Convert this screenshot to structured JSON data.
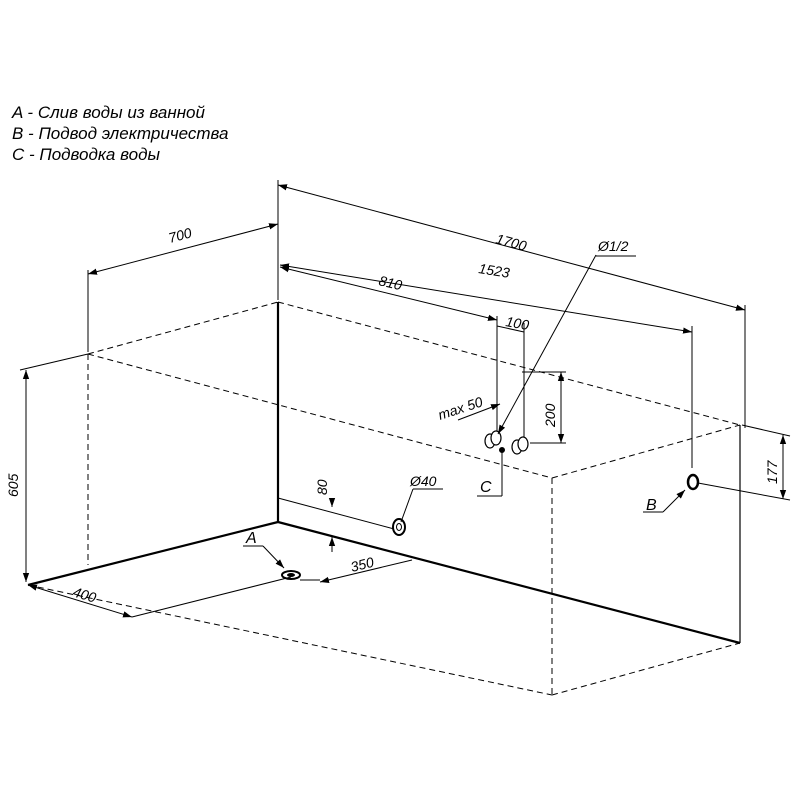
{
  "legend": {
    "a": "A - Слив воды из ванной",
    "b": "B - Подвод электричества",
    "c": "C - Подводка воды"
  },
  "dimensions": {
    "width_700": "700",
    "length_1700": "1700",
    "length_1523": "1523",
    "length_810": "810",
    "spacing_100": "100",
    "max_50": "max 50",
    "height_200": "200",
    "height_605": "605",
    "height_80": "80",
    "diameter_40": "Ø40",
    "diameter_half": "Ø1/2",
    "height_177": "177",
    "depth_400": "400",
    "offset_350": "350"
  },
  "markers": {
    "a": "A",
    "b": "B",
    "c": "C"
  }
}
